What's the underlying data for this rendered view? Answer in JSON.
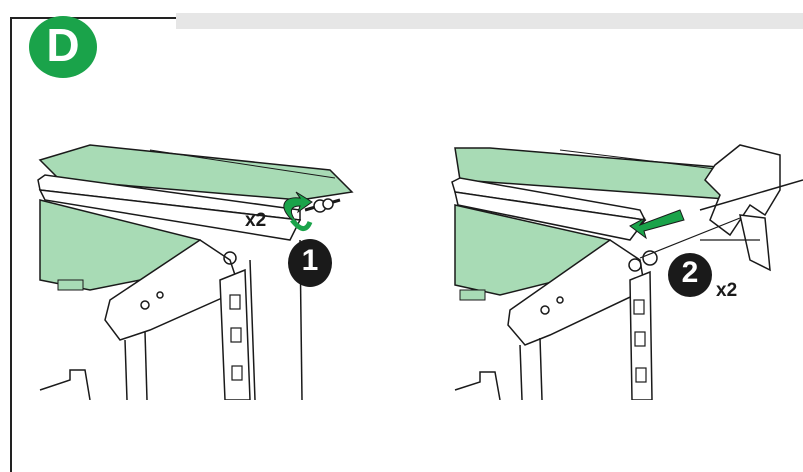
{
  "badge": {
    "letter": "D",
    "color": "#1aa34a"
  },
  "left_panel": {
    "step_number": "1",
    "count_label": "x2"
  },
  "right_panel": {
    "step_number": "2",
    "count_label": "x2"
  },
  "colors": {
    "panel_fill": "#a8dbb5",
    "arrow": "#1aa34a",
    "ink": "#1a1a1a",
    "band": "#e6e6e6"
  }
}
